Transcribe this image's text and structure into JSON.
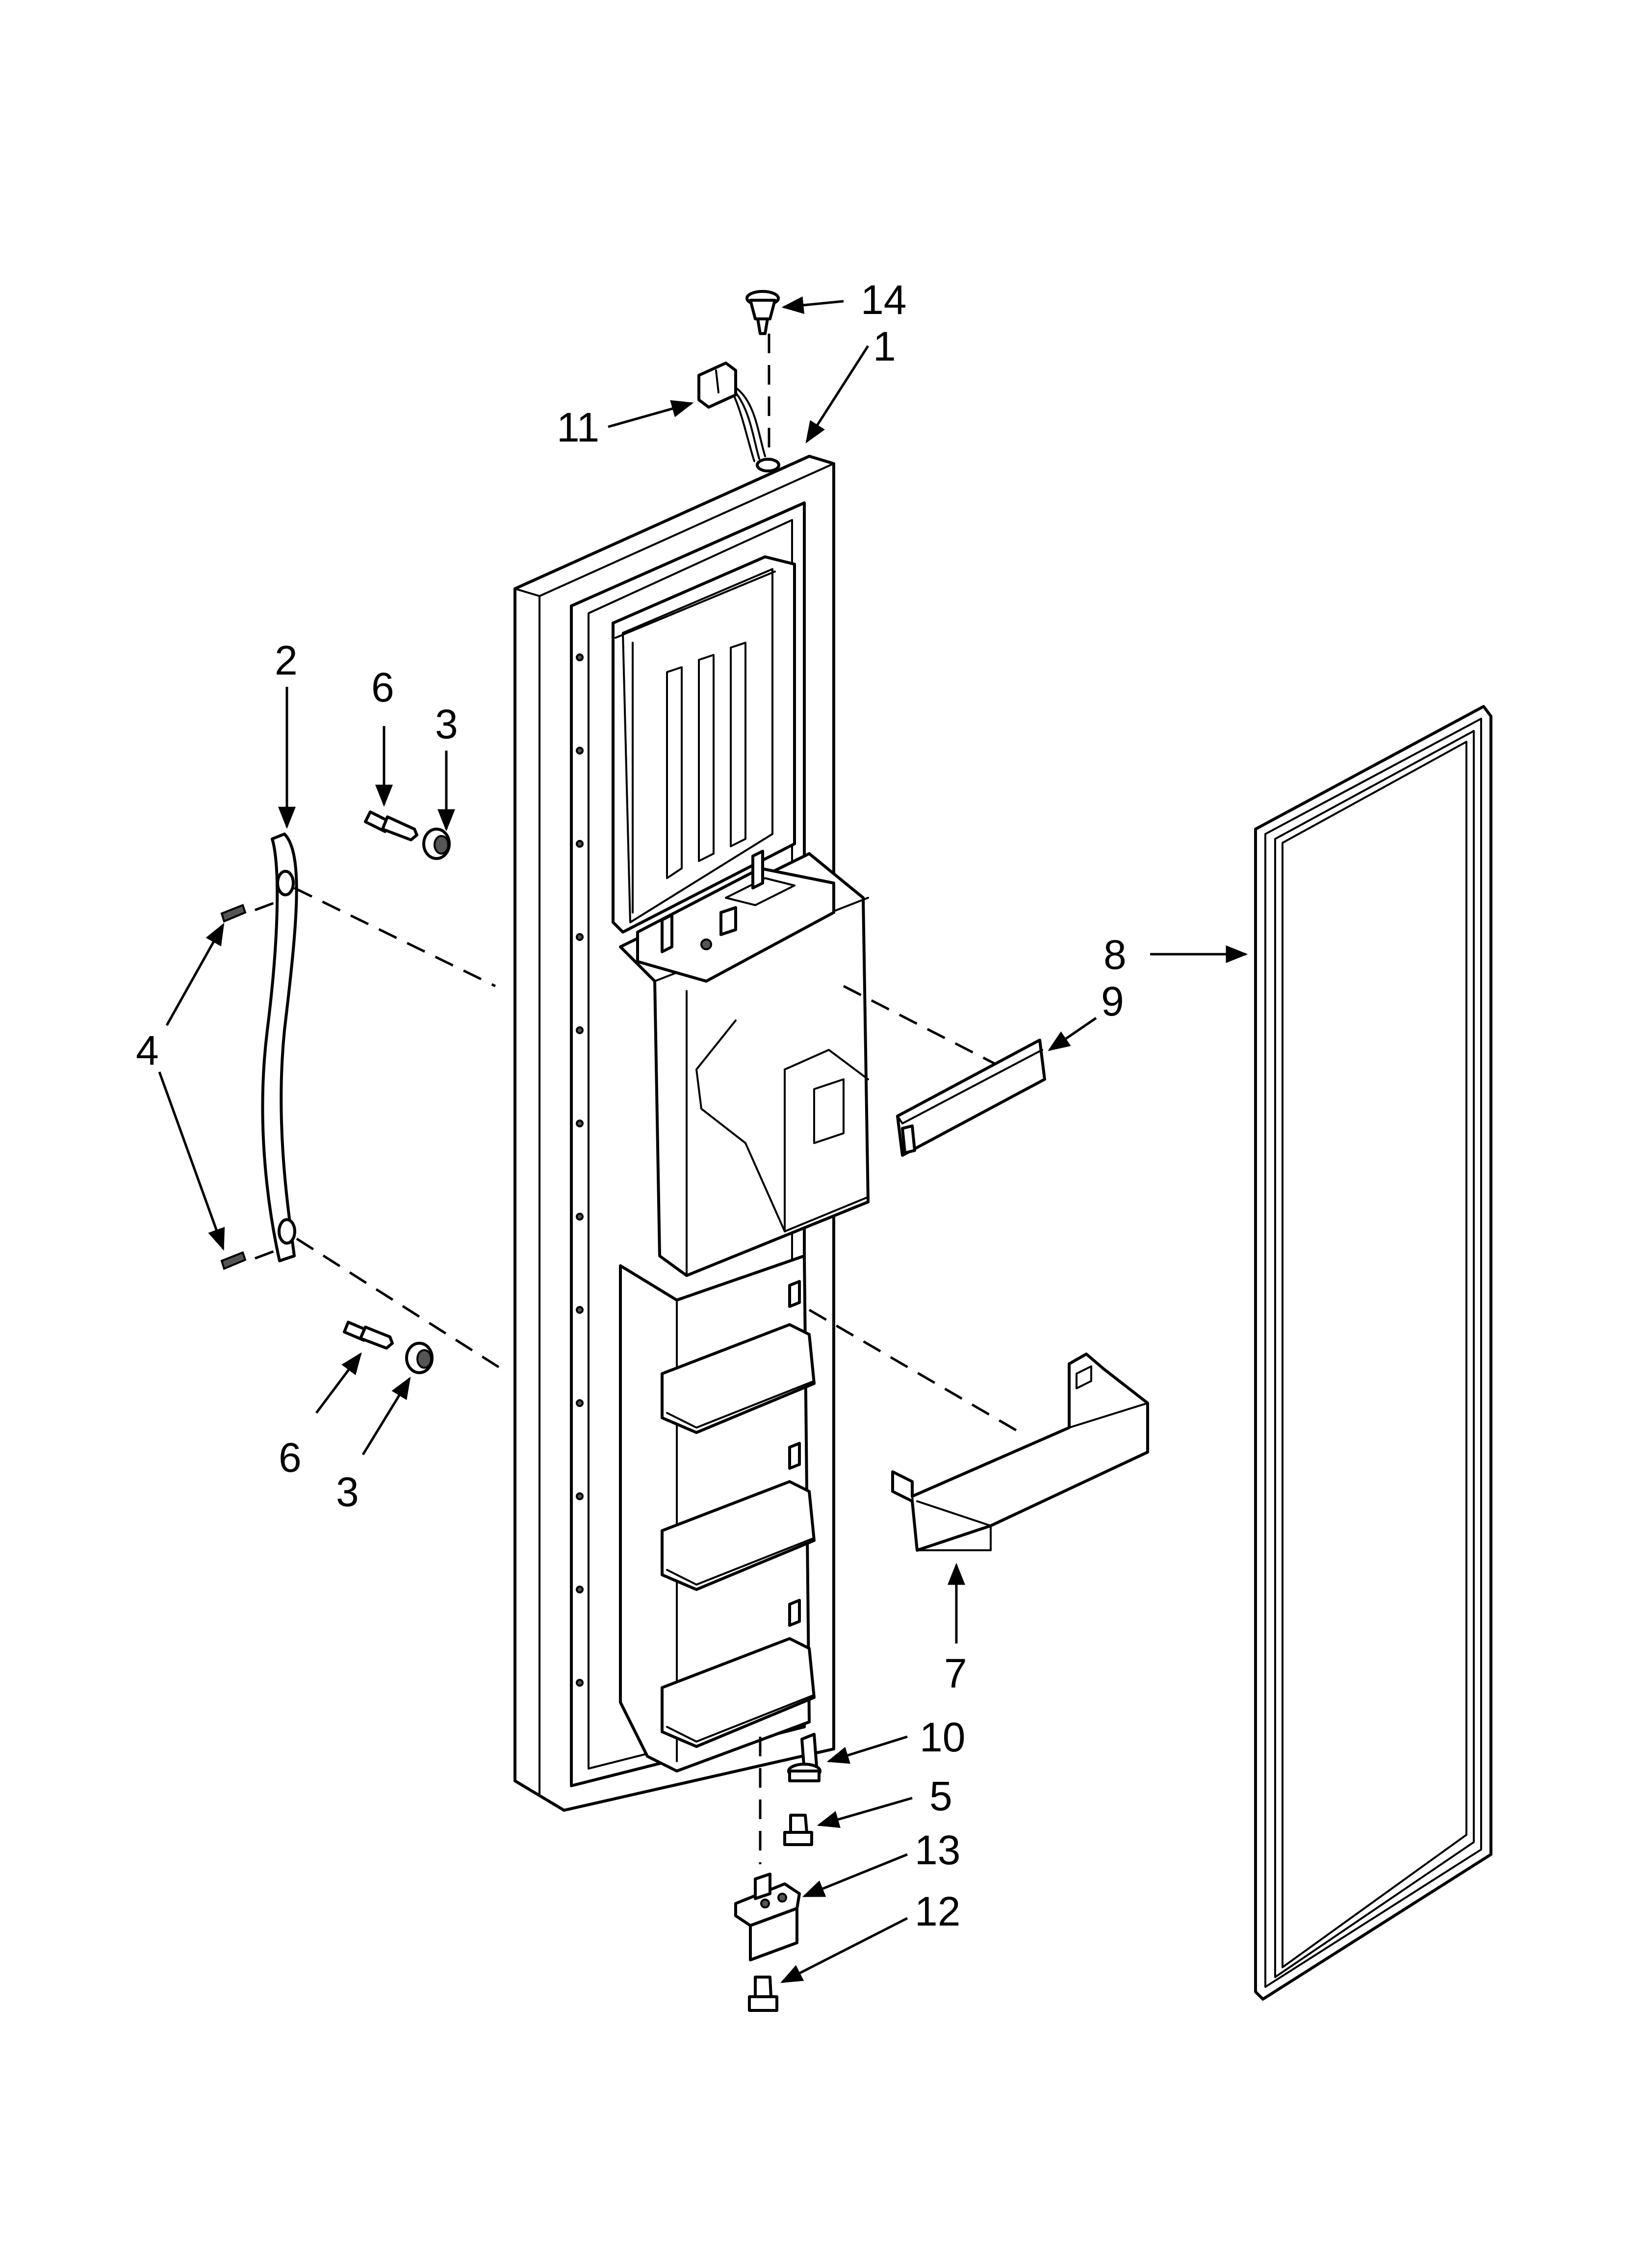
{
  "figure": {
    "callouts": [
      {
        "id": "c14",
        "label": "14"
      },
      {
        "id": "c1",
        "label": "1"
      },
      {
        "id": "c11",
        "label": "11"
      },
      {
        "id": "c2",
        "label": "2"
      },
      {
        "id": "c6a",
        "label": "6"
      },
      {
        "id": "c3a",
        "label": "3"
      },
      {
        "id": "c4",
        "label": "4"
      },
      {
        "id": "c6b",
        "label": "6"
      },
      {
        "id": "c3b",
        "label": "3"
      },
      {
        "id": "c8",
        "label": "8"
      },
      {
        "id": "c9",
        "label": "9"
      },
      {
        "id": "c7",
        "label": "7"
      },
      {
        "id": "c10",
        "label": "10"
      },
      {
        "id": "c5",
        "label": "5"
      },
      {
        "id": "c13",
        "label": "13"
      },
      {
        "id": "c12",
        "label": "12"
      }
    ]
  }
}
